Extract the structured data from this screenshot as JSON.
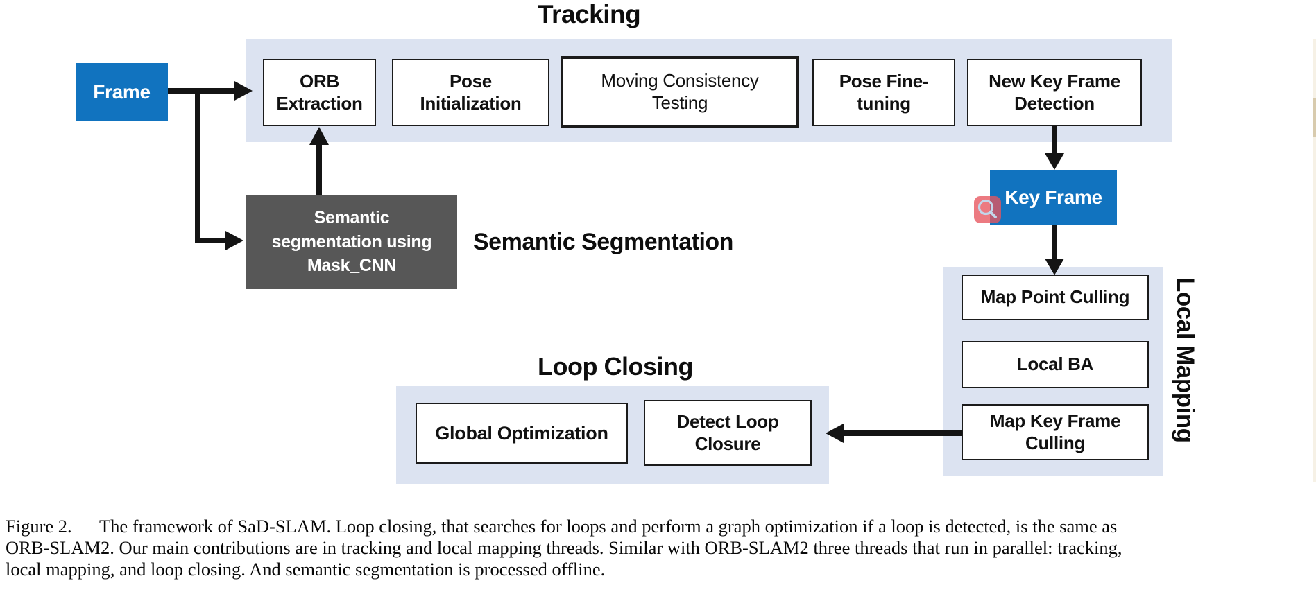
{
  "colors": {
    "panel_lavender": "#dce3f1",
    "node_blue": "#1173bf",
    "node_dark_gray": "#575757",
    "arrow_black": "#141414",
    "annotation_red": "rgba(231,84,94,0.78)"
  },
  "tracking": {
    "title": "Tracking",
    "boxes": [
      {
        "lines": [
          "ORB",
          "Extraction"
        ]
      },
      {
        "lines": [
          "Pose",
          "Initialization"
        ]
      },
      {
        "lines": [
          "Moving Consistency",
          "Testing"
        ]
      },
      {
        "lines": [
          "Pose Fine-",
          "tuning"
        ]
      },
      {
        "lines": [
          "New Key Frame",
          "Detection"
        ]
      }
    ]
  },
  "frame": {
    "label": "Frame"
  },
  "key_frame": {
    "label": "Key Frame"
  },
  "semantic": {
    "box_lines": [
      "Semantic",
      "segmentation using",
      "Mask_CNN"
    ],
    "section_label": "Semantic Segmentation"
  },
  "loop_closing": {
    "title": "Loop Closing",
    "boxes": [
      {
        "lines": [
          "Global Optimization"
        ]
      },
      {
        "lines": [
          "Detect Loop",
          "Closure"
        ]
      }
    ]
  },
  "local_mapping": {
    "side_label": "Local Mapping",
    "boxes": [
      {
        "lines": [
          "Map Point Culling"
        ]
      },
      {
        "lines": [
          "Local BA"
        ]
      },
      {
        "lines": [
          "Map Key Frame",
          "Culling"
        ]
      }
    ]
  },
  "annotations": {
    "magnifier_icon": "magnifier-click-marker"
  },
  "caption": {
    "lines": [
      "Figure 2.      The framework of SaD-SLAM. Loop closing, that searches for loops and perform a graph optimization if a loop is detected, is the same as",
      "ORB-SLAM2. Our main contributions are in tracking and local mapping threads. Similar with ORB-SLAM2 three threads that run in parallel: tracking,",
      "local mapping, and loop closing. And semantic segmentation is processed offline."
    ]
  }
}
